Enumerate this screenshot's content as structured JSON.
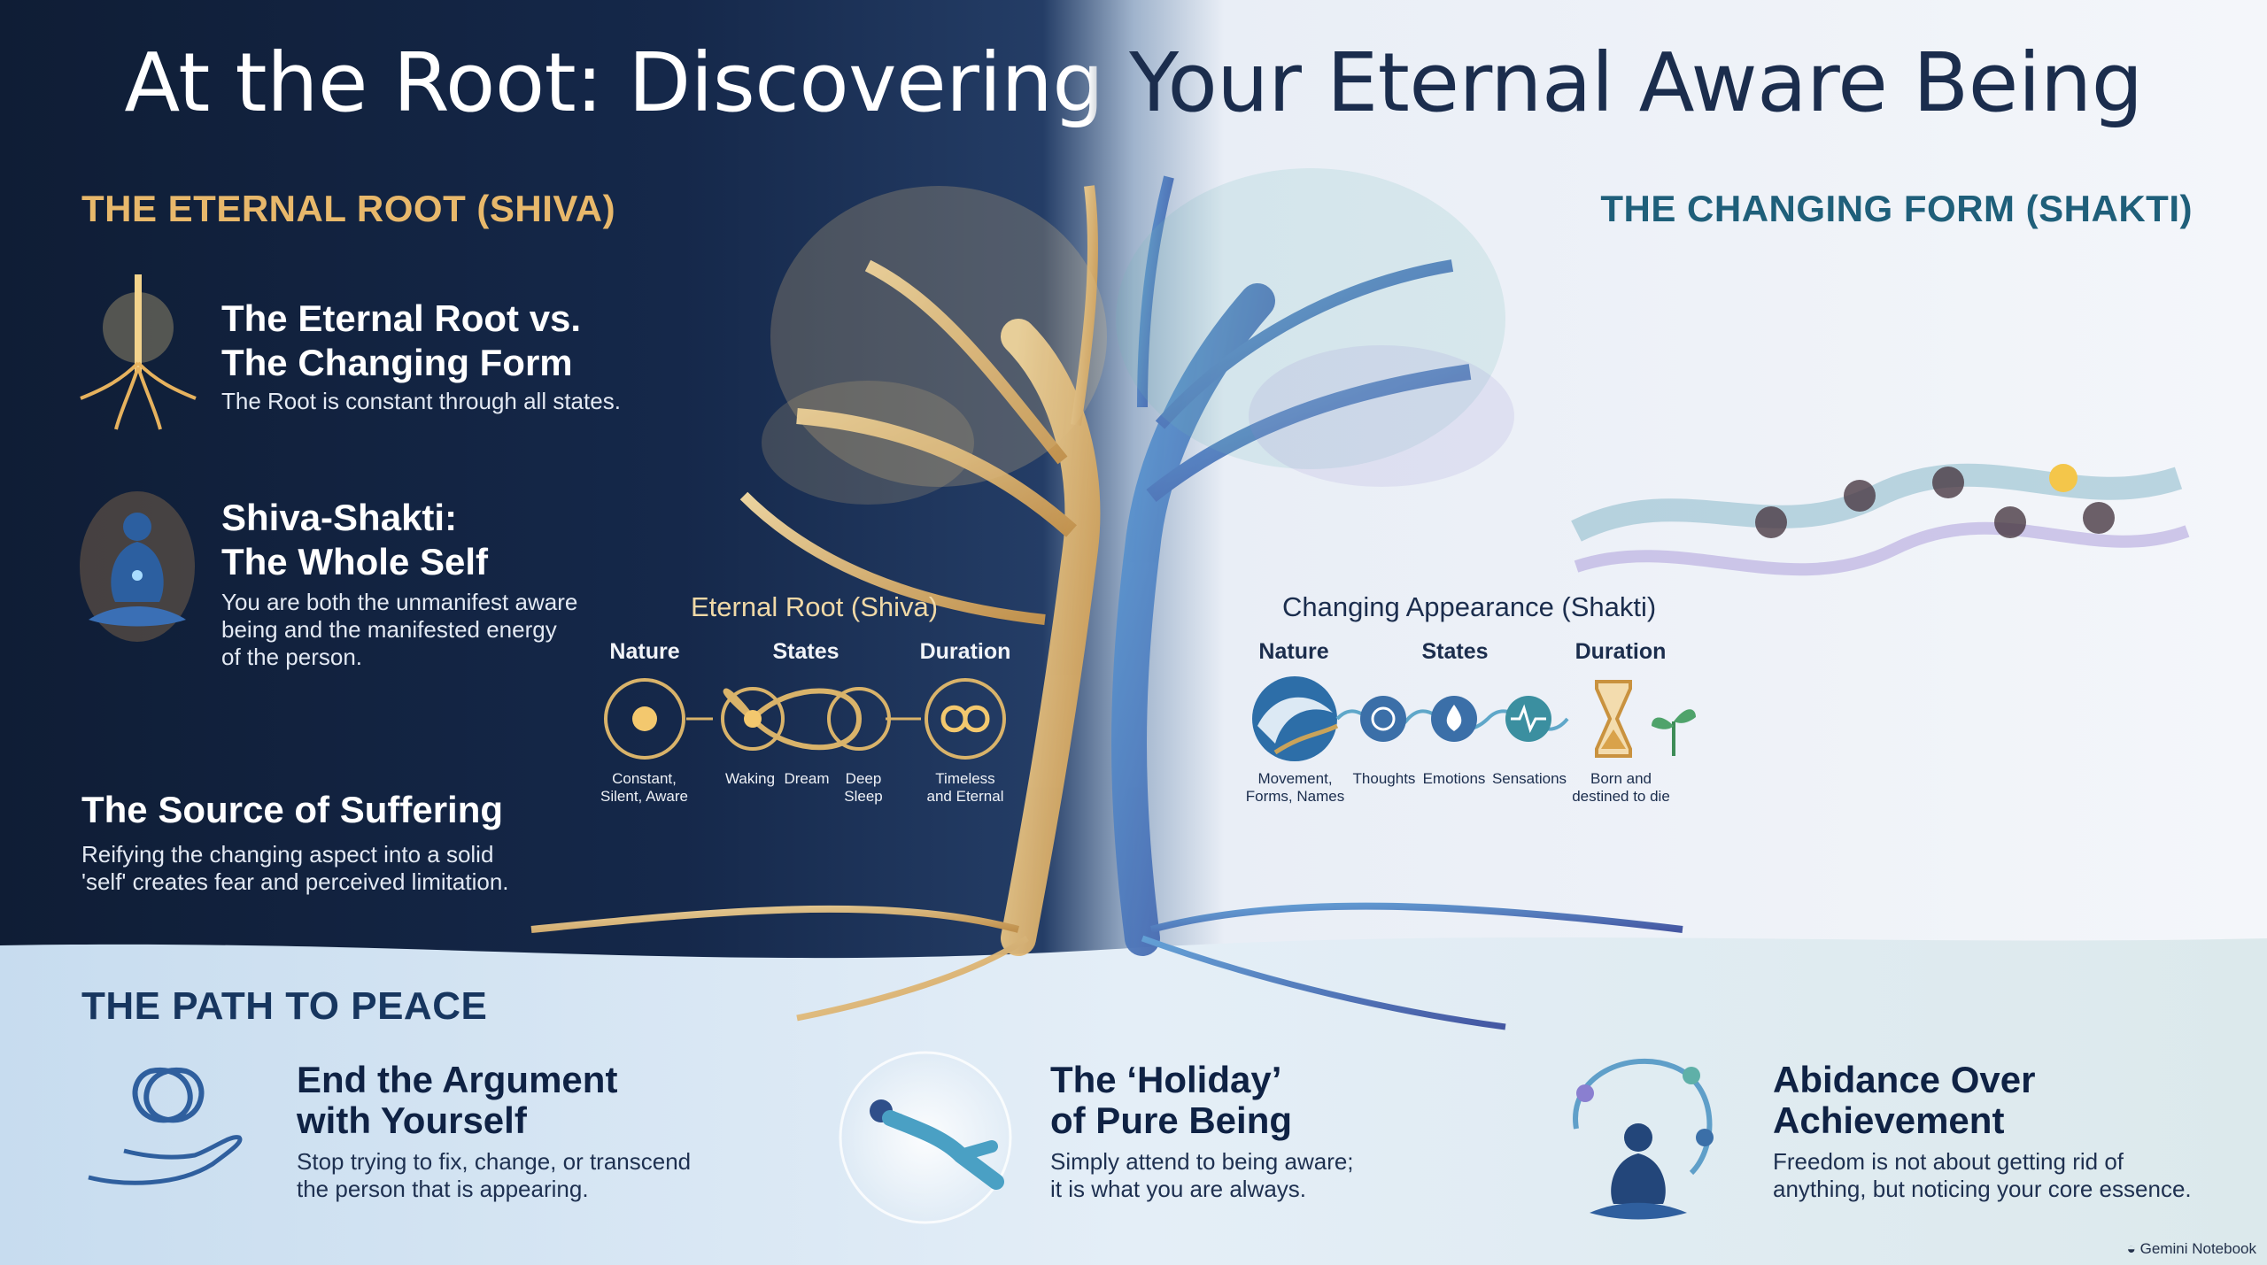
{
  "title": "At the Root: Discovering Your Eternal Aware Being",
  "left_section": {
    "heading": "THE ETERNAL ROOT (SHIVA)",
    "items": [
      {
        "title_line1": "The Eternal Root vs.",
        "title_line2": "The Changing Form",
        "body": "The Root is constant through all states.",
        "icon": "golden-root-icon"
      },
      {
        "title_line1": "Shiva-Shakti:",
        "title_line2": "The Whole Self",
        "body_line1": "You are both the unmanifest aware",
        "body_line2": "being and the manifested energy",
        "body_line3": "of the person.",
        "icon": "meditating-figure-icon"
      },
      {
        "title": "The Source of Suffering",
        "body_line1": "Reifying the changing aspect into a solid",
        "body_line2": "'self' creates fear and perceived limitation."
      }
    ]
  },
  "right_section": {
    "heading": "THE CHANGING FORM (SHAKTI)"
  },
  "eternal_diagram": {
    "title": "Eternal Root (Shiva)",
    "col_nature": "Nature",
    "col_states": "States",
    "col_duration": "Duration",
    "cap_nature_1": "Constant,",
    "cap_nature_2": "Silent, Aware",
    "cap_waking": "Waking",
    "cap_dream": "Dream",
    "cap_deep_1": "Deep",
    "cap_deep_2": "Sleep",
    "cap_duration_1": "Timeless",
    "cap_duration_2": "and Eternal"
  },
  "changing_diagram": {
    "title": "Changing Appearance (Shakti)",
    "col_nature": "Nature",
    "col_states": "States",
    "col_duration": "Duration",
    "cap_nature_1": "Movement,",
    "cap_nature_2": "Forms, Names",
    "cap_thoughts": "Thoughts",
    "cap_emotions": "Emotions",
    "cap_sensations": "Sensations",
    "cap_duration_1": "Born and",
    "cap_duration_2": "destined to die"
  },
  "path": {
    "heading": "THE PATH TO PEACE",
    "items": [
      {
        "title_line1": "End the Argument",
        "title_line2": "with Yourself",
        "body_line1": "Stop trying to fix, change, or transcend",
        "body_line2": "the person that is appearing.",
        "icon": "knot-hand-icon"
      },
      {
        "title_line1": "The ‘Holiday’",
        "title_line2": "of Pure Being",
        "body_line1": "Simply attend to being aware;",
        "body_line2": "it is what you are always.",
        "icon": "floating-person-icon"
      },
      {
        "title_line1": "Abidance Over",
        "title_line2": "Achievement",
        "body_line1": "Freedom is not about getting rid of",
        "body_line2": "anything, but noticing your core essence.",
        "icon": "meditation-swirl-icon"
      }
    ]
  },
  "footer": "Gemini Notebook",
  "colors": {
    "gold": "#e8b86b",
    "teal": "#1f5f7a",
    "navy": "#0f1d35"
  }
}
